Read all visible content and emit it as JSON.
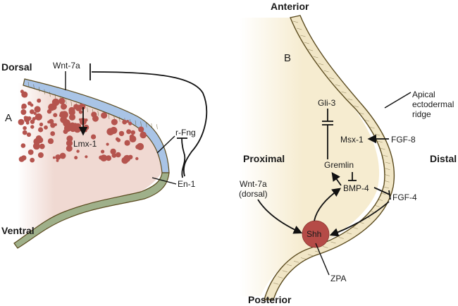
{
  "panel_a": {
    "label": "A",
    "orientation": {
      "dorsal": "Dorsal",
      "ventral": "Ventral"
    },
    "genes": {
      "wnt7a": "Wnt-7a",
      "lmx1": "Lmx-1",
      "rfng": "r-Fng",
      "en1": "En-1"
    },
    "colors": {
      "dorsal_ectoderm": "#a9c4e6",
      "ventral_ectoderm": "#9fb08a",
      "mesenchyme": "#f0d9d2",
      "cells": "#b5544e",
      "outline": "#5a4a1e"
    }
  },
  "panel_b": {
    "label": "B",
    "orientation": {
      "anterior": "Anterior",
      "posterior": "Posterior",
      "proximal": "Proximal",
      "distal": "Distal"
    },
    "genes": {
      "gli3": "Gli-3",
      "msx1": "Msx-1",
      "fgf8": "FGF-8",
      "gremlin": "Gremlin",
      "bmp4": "BMP-4",
      "fgf4": "FGF-4",
      "wnt7a_line1": "Wnt-7a",
      "wnt7a_line2": "(dorsal)",
      "shh": "Shh",
      "zpa": "ZPA"
    },
    "aer_label": [
      "Apical",
      "ectodermal",
      "ridge"
    ],
    "colors": {
      "mesenchyme": "#f6ecd0",
      "ridge": "#f1e6c6",
      "zpa_circle": "#b54b47",
      "outline": "#5a4a1e"
    }
  }
}
